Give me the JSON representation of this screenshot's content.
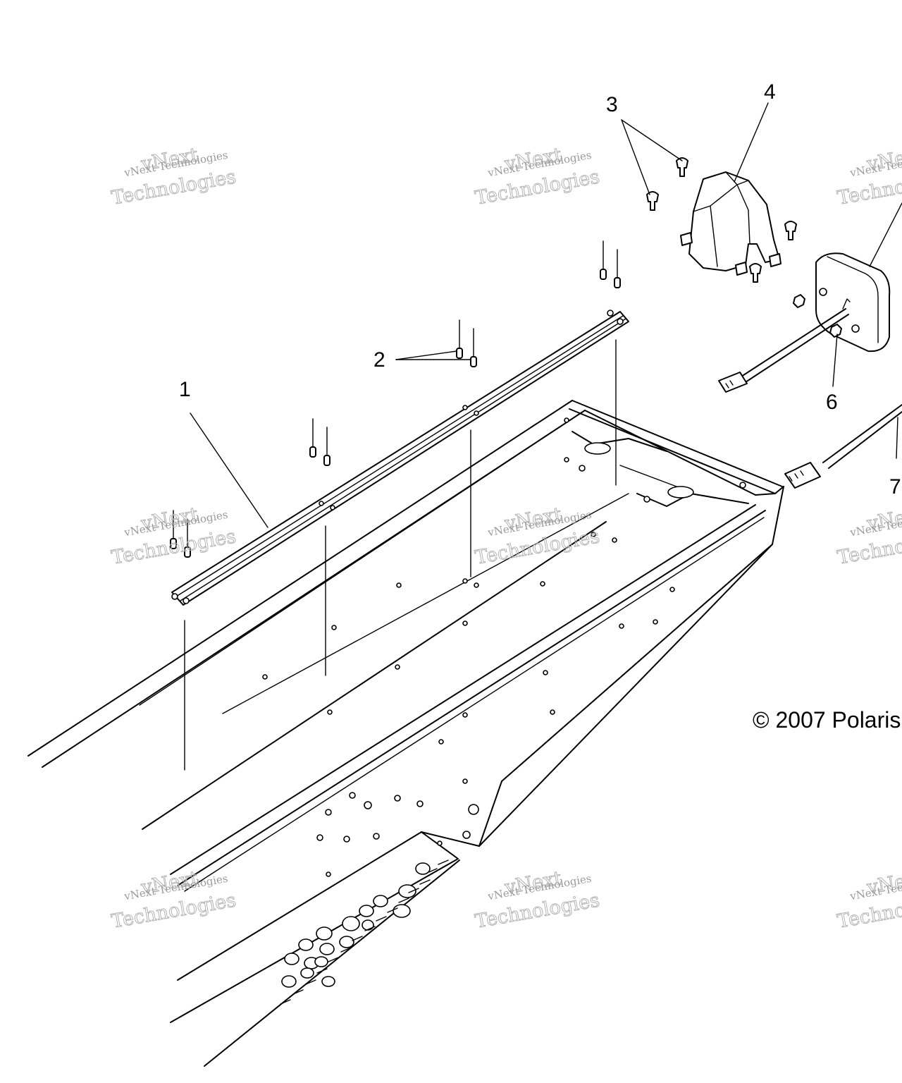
{
  "diagram": {
    "callouts": [
      {
        "id": "1",
        "label": "1"
      },
      {
        "id": "2",
        "label": "2"
      },
      {
        "id": "3",
        "label": "3"
      },
      {
        "id": "4",
        "label": "4"
      },
      {
        "id": "6",
        "label": "6"
      },
      {
        "id": "7",
        "label": "7"
      }
    ],
    "copyright": "© 2007 Polaris",
    "watermark": {
      "line1": "vNext Technologies",
      "line2": "Technologies",
      "line3": "vNext"
    }
  }
}
